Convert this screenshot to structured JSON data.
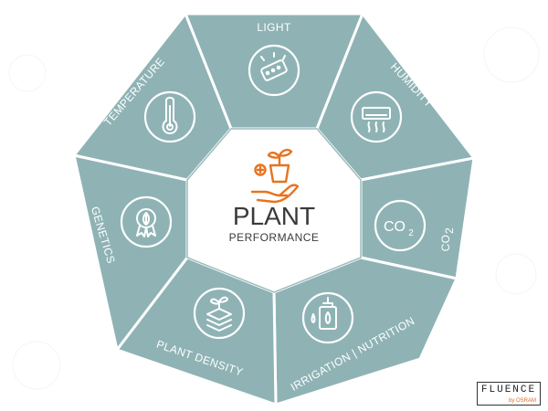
{
  "center": {
    "title": "PLANT",
    "subtitle": "PERFORMANCE"
  },
  "segments": [
    {
      "label": "LIGHT",
      "icon": "light-panel-icon"
    },
    {
      "label": "HUMIDITY",
      "icon": "air-conditioner-icon"
    },
    {
      "label": "CO",
      "label_sub": "2",
      "icon": "co2-icon"
    },
    {
      "label": "IRRIGATION | NUTRITION",
      "icon": "irrigation-nutrition-icon"
    },
    {
      "label": "PLANT DENSITY",
      "icon": "plant-density-icon"
    },
    {
      "label": "GENETICS",
      "icon": "genetics-icon"
    },
    {
      "label": "TEMPERATURE",
      "icon": "thermometer-icon"
    }
  ],
  "co2_icon_text": {
    "main": "CO",
    "sub": "2"
  },
  "logo": {
    "brand": "FLUENCE",
    "sub": "by OSRAM"
  },
  "colors": {
    "segment": "#8fb3b5",
    "accent": "#e8731f",
    "text_dark": "#3a3a3a"
  }
}
